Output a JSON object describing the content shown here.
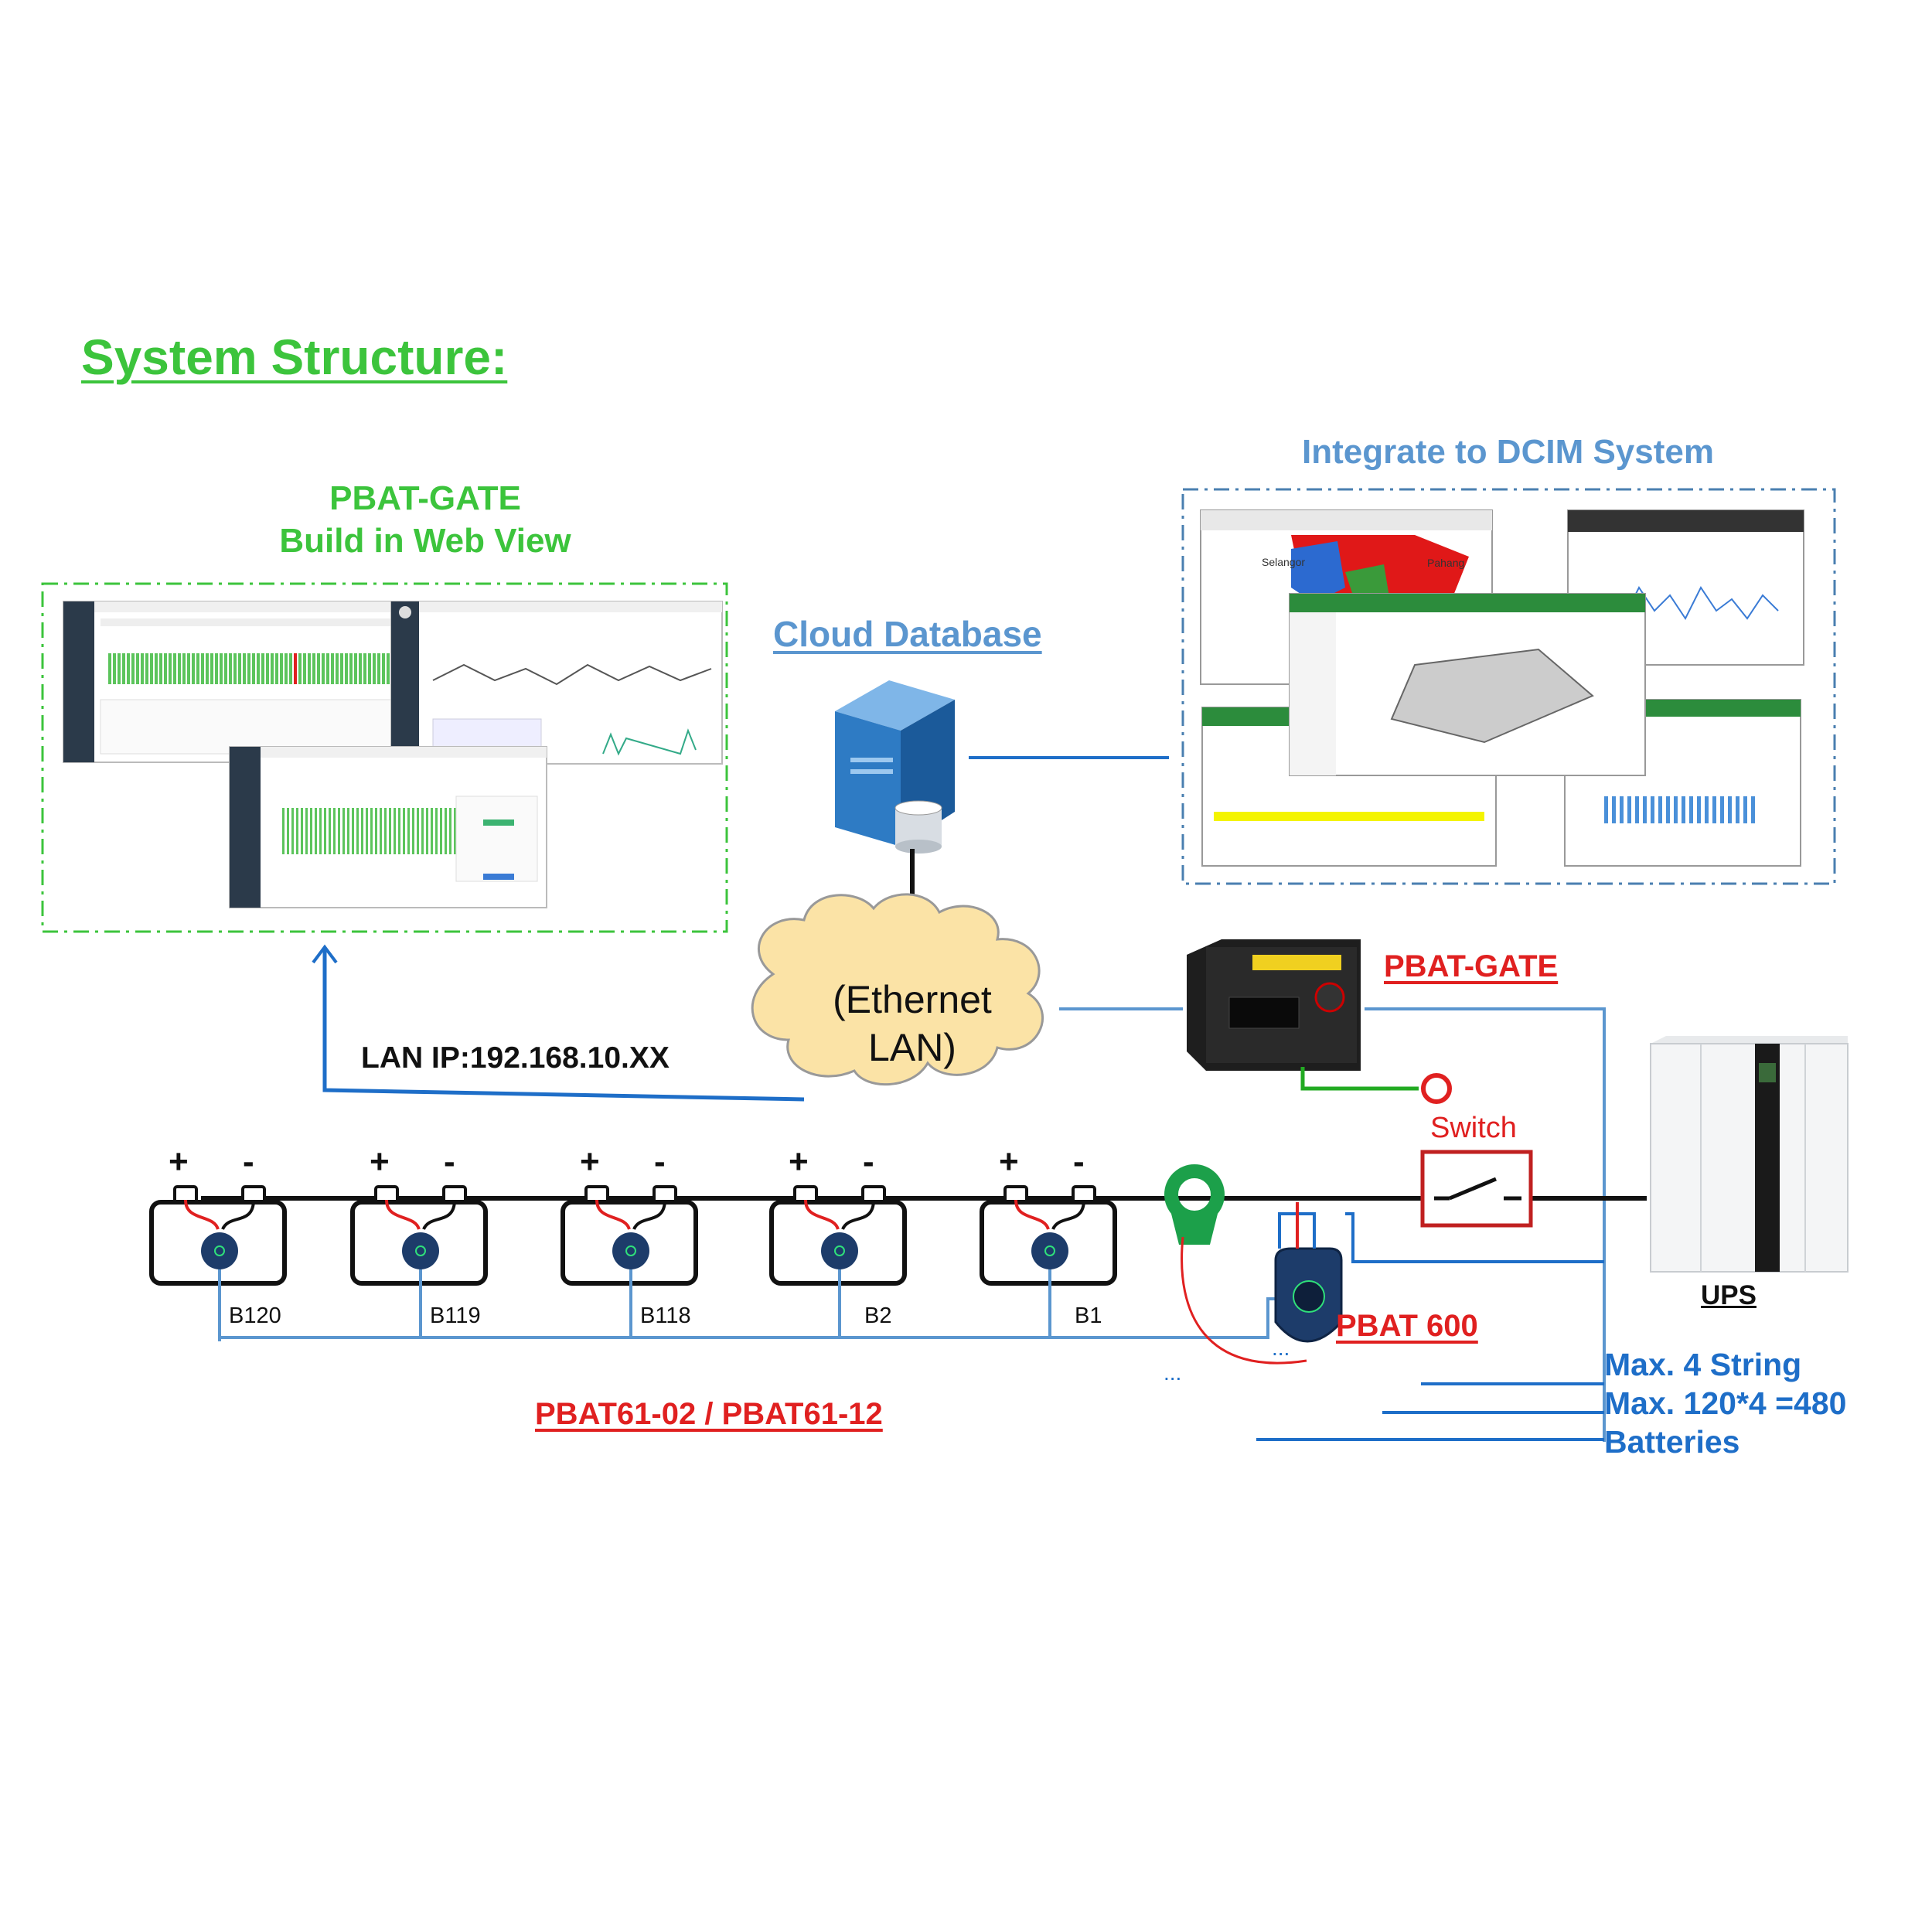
{
  "title": "System Structure:",
  "web_view": {
    "heading_line1": "PBAT-GATE",
    "heading_line2": "Build in Web View"
  },
  "dcim": {
    "heading": "Integrate to DCIM System",
    "map_label_1": "Selangor",
    "map_label_2": "Pahang"
  },
  "cloud_database": "Cloud Database",
  "ethernet": {
    "line1": "(Ethernet",
    "line2": "LAN)"
  },
  "lan_ip": "LAN IP:192.168.10.XX",
  "pbat_gate_label": "PBAT-GATE",
  "pbat600_label": "PBAT 600",
  "switch_label": "Switch",
  "ups_label": "UPS",
  "module_label": "PBAT61-02 / PBAT61-12",
  "batteries": [
    {
      "label": "B120",
      "plus": "+",
      "minus": "-"
    },
    {
      "label": "B119",
      "plus": "+",
      "minus": "-"
    },
    {
      "label": "B118",
      "plus": "+",
      "minus": "-"
    },
    {
      "label": "B2",
      "plus": "+",
      "minus": "-"
    },
    {
      "label": "B1",
      "plus": "+",
      "minus": "-"
    }
  ],
  "ellipsis": "...",
  "max_info": {
    "line1": "Max. 4 String",
    "line2": "Max. 120*4 =480",
    "line3": "Batteries"
  },
  "colors": {
    "green_heading": "#3cc43c",
    "blue_heading": "#5b96cf",
    "red_label": "#e02020",
    "wire_blue": "#1e6ec8",
    "cloud_fill": "#fbe3a6"
  }
}
